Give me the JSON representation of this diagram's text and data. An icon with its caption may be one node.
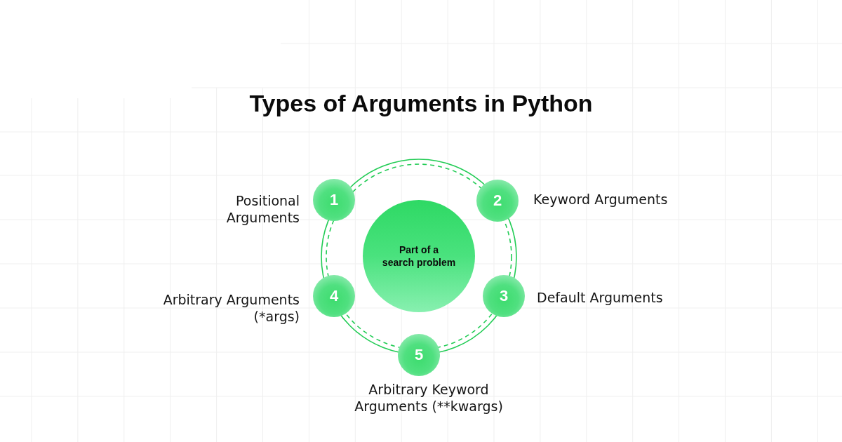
{
  "diagram": {
    "title": "Types of Arguments in Python",
    "nodes": [
      {
        "text": [
          "Part of a search problem"
        ]
      },
      {
        "text": [
          "1"
        ],
        "beside": [
          "Positional Arguments"
        ]
      },
      {
        "text": [
          "2"
        ],
        "beside": [
          "Keyword Arguments"
        ]
      },
      {
        "text": [
          "3"
        ],
        "beside": [
          "Default Arguments"
        ]
      },
      {
        "text": [
          "4"
        ],
        "beside": [
          "Arbitrary Arguments (*args)"
        ]
      },
      {
        "text": [
          "5"
        ],
        "beside": [
          "Arbitrary Keyword Arguments (**kwargs)"
        ]
      }
    ]
  }
}
